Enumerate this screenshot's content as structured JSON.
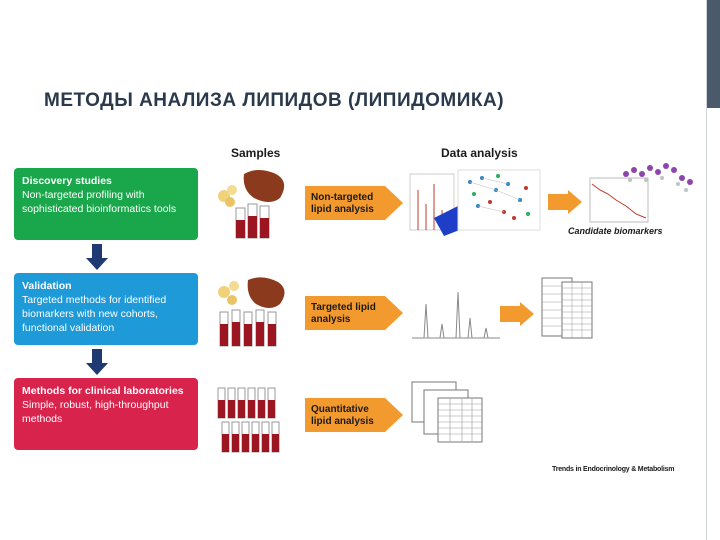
{
  "title": "МЕТОДЫ АНАЛИЗА ЛИПИДОВ (ЛИПИДОМИКА)",
  "columns": {
    "samples": "Samples",
    "data_analysis": "Data analysis"
  },
  "stages": [
    {
      "heading": "Discovery studies",
      "body": "Non-targeted profiling with sophisticated bioinformatics tools",
      "color": "#1aa64a",
      "method": "Non-targeted lipid analysis"
    },
    {
      "heading": "Validation",
      "body": "Targeted methods for identified biomarkers with new cohorts, functional validation",
      "color": "#1e9ad8",
      "method": "Targeted lipid analysis"
    },
    {
      "heading": "Methods for clinical laboratories",
      "body": "Simple, robust, high-throughput methods",
      "color": "#d8234c",
      "method": "Quantitative lipid analysis"
    }
  ],
  "outputs": {
    "candidate_label": "Candidate biomarkers"
  },
  "credit": "Trends in Endocrinology & Metabolism",
  "colors": {
    "arrow": "#f39a2e",
    "down_arrow": "#1f3a72",
    "title": "#2a3a4c"
  }
}
